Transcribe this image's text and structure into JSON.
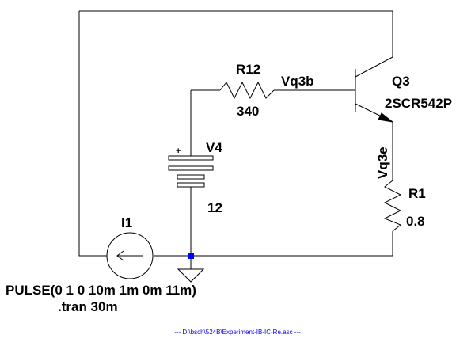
{
  "schematic": {
    "components": {
      "r12": {
        "ref": "R12",
        "value": "340"
      },
      "r1": {
        "ref": "R1",
        "value": "0.8"
      },
      "v4": {
        "ref": "V4",
        "value": "12",
        "polarity": "+"
      },
      "q3": {
        "ref": "Q3",
        "model": "2SCR542P"
      },
      "i1": {
        "ref": "I1",
        "value": "PULSE(0 1 0 10m 1m 0m 11m)"
      }
    },
    "nets": {
      "base": "Vq3b",
      "emitter": "Vq3e"
    },
    "directive": ".tran 30m",
    "footer": "--- D:\\bsch\\524B\\Experiment-IB-IC-Re.asc ---",
    "colors": {
      "wire": "#000000",
      "junction": "#0000ff",
      "footer": "#0000ff",
      "background": "#ffffff"
    }
  }
}
